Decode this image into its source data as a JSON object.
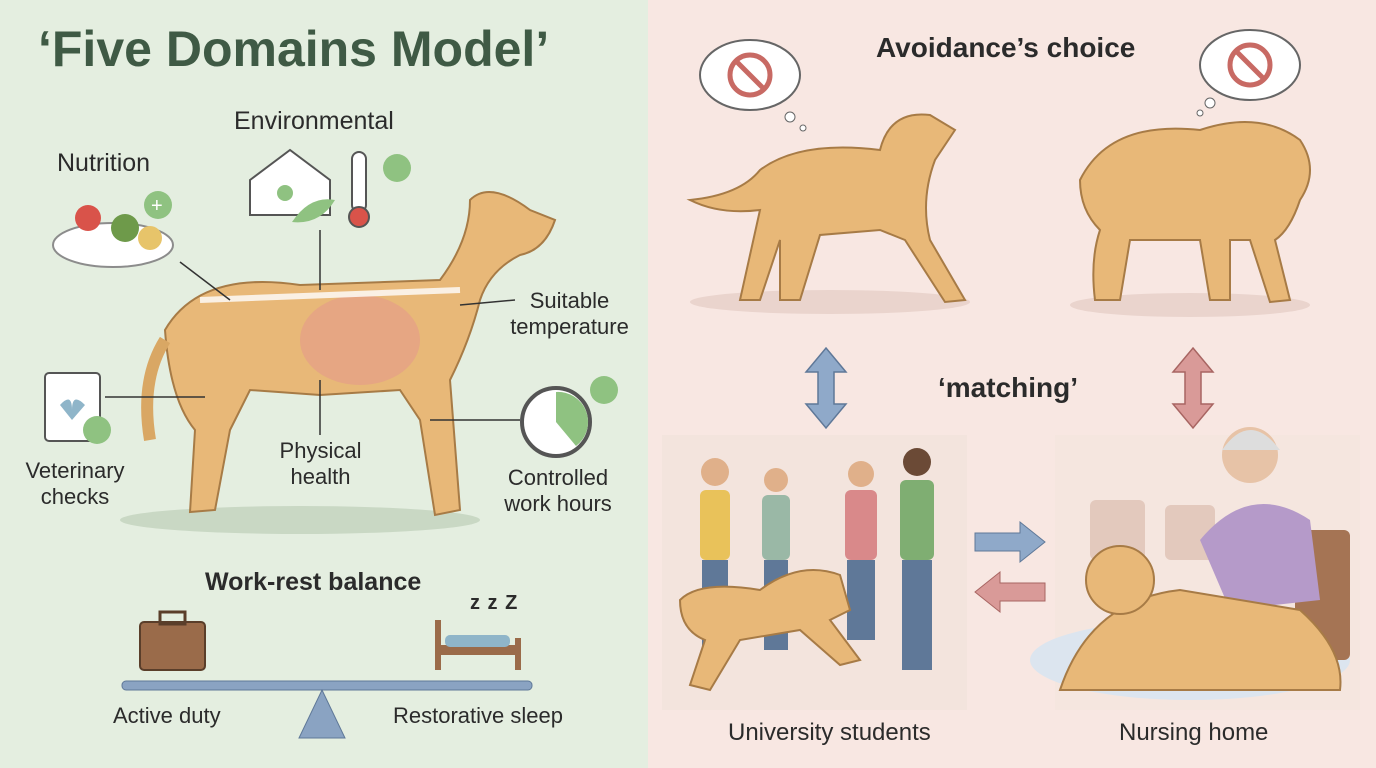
{
  "left": {
    "title": "‘Five Domains Model’",
    "labels": {
      "environmental": "Environmental",
      "nutrition": "Nutrition",
      "suitable_temperature": [
        "Suitable",
        "temperature"
      ],
      "veterinary_checks": [
        "Veterinary",
        "checks"
      ],
      "physical_health": [
        "Physical",
        "health"
      ],
      "controlled_work_hours": [
        "Controlled",
        "work hours"
      ]
    },
    "balance": {
      "title": "Work-rest balance",
      "left_label": "Active duty",
      "right_label": "Restorative sleep",
      "sleep_symbol": "z z Z"
    }
  },
  "right": {
    "title": "Avoidance’s choice",
    "matching": "‘matching’",
    "left_caption": "University students",
    "right_caption": "Nursing home"
  },
  "colors": {
    "title": "#3f5a45",
    "left_bg": "#e4eee0",
    "right_bg": "#f8e7e2",
    "blue_arrow": "#8fa9c9",
    "red_arrow": "#d99a98",
    "dog": "#e8b878"
  }
}
